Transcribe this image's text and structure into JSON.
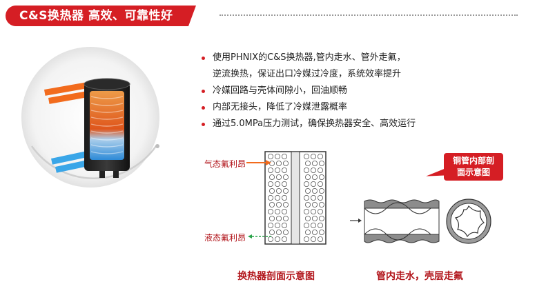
{
  "title": "C&S换热器  高效、可靠性好",
  "features": [
    {
      "line1": "使用PHNIX的C&S换热器,管内走水、管外走氟，",
      "line2": "逆流换热，保证出口冷媒过冷度，系统效率提升"
    },
    {
      "line1": "冷媒回路与壳体间隙小，回油顺畅"
    },
    {
      "line1": "内部无接头，降低了冷媒泄露概率"
    },
    {
      "line1": "通过5.0MPa压力测试，确保换热器安全、高效运行"
    }
  ],
  "diagram_labels": {
    "gas_refrigerant": "气态氟利昂",
    "liquid_refrigerant": "液态氟利昂",
    "callout": "铜管内部剖面示意图",
    "callout_line1": "铜管内部剖",
    "callout_line2": "面示意图"
  },
  "captions": {
    "left": "换热器剖面示意图",
    "right": "管内走水，壳层走氟"
  },
  "colors": {
    "brand_red": "#d51e24",
    "label_red": "#b2161c",
    "hot_orange": "#f26b1d",
    "cold_blue": "#3aa6e8"
  }
}
